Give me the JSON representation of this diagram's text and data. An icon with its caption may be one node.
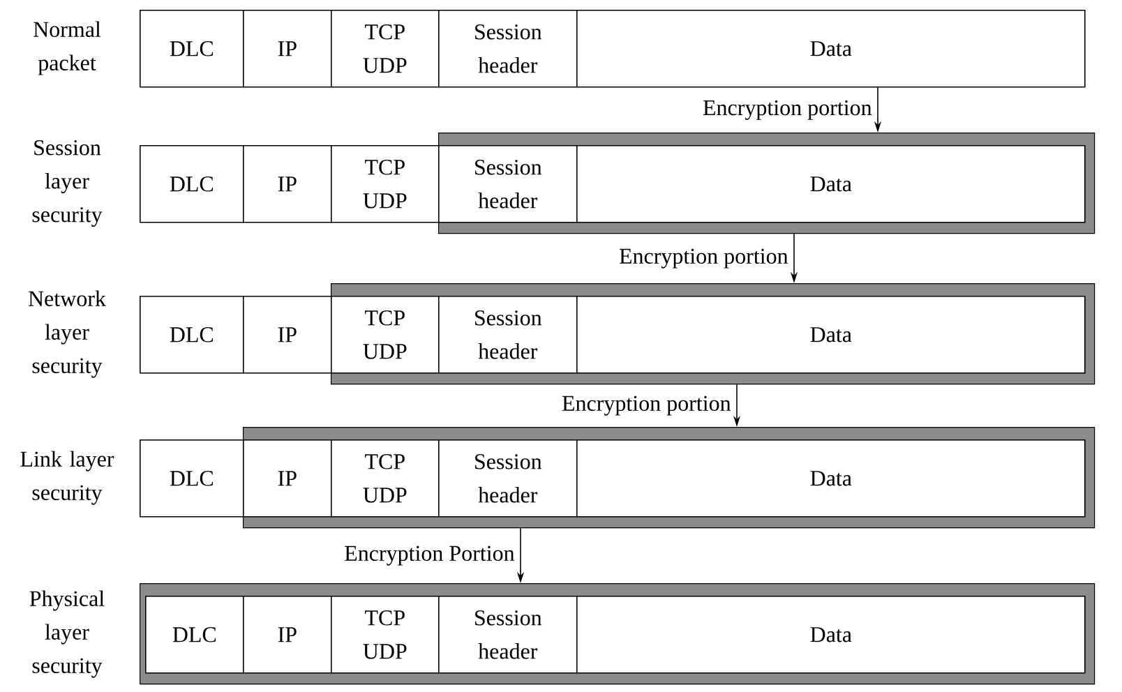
{
  "diagram": {
    "nodes": [
      {
        "text": [
          "DLC"
        ]
      },
      {
        "text": [
          "IP"
        ]
      },
      {
        "text": [
          "TCP UDP"
        ]
      },
      {
        "text": [
          "Session header"
        ]
      },
      {
        "text": [
          "Data"
        ]
      },
      {
        "text": [],
        "shape": "band"
      },
      {
        "text": [
          "DLC"
        ]
      },
      {
        "text": [
          "IP"
        ]
      },
      {
        "text": [
          "TCP UDP"
        ]
      },
      {
        "text": [
          "Session header"
        ],
        "in": 5
      },
      {
        "text": [
          "Data"
        ],
        "in": 5
      },
      {
        "text": [],
        "shape": "band"
      },
      {
        "text": [
          "DLC"
        ]
      },
      {
        "text": [
          "IP"
        ]
      },
      {
        "text": [
          "TCP UDP"
        ],
        "in": 11
      },
      {
        "text": [
          "Session header"
        ],
        "in": 11
      },
      {
        "text": [
          "Data"
        ],
        "in": 11
      },
      {
        "text": [],
        "shape": "band"
      },
      {
        "text": [
          "DLC"
        ]
      },
      {
        "text": [
          "IP"
        ],
        "in": 17
      },
      {
        "text": [
          "TCP UDP"
        ],
        "in": 17
      },
      {
        "text": [
          "Session header"
        ],
        "in": 17
      },
      {
        "text": [
          "Data"
        ],
        "in": 17
      },
      {
        "text": [],
        "shape": "band"
      },
      {
        "text": [
          "DLC"
        ],
        "in": 23
      },
      {
        "text": [
          "IP"
        ],
        "in": 23
      },
      {
        "text": [
          "TCP UDP"
        ],
        "in": 23
      },
      {
        "text": [
          "Session header"
        ],
        "in": 23
      },
      {
        "text": [
          "Data"
        ],
        "in": 23
      }
    ],
    "edges": [
      {
        "from": 4,
        "to": 5,
        "arrow": "to",
        "label": "Encryption portion"
      },
      {
        "from": 5,
        "to": 11,
        "arrow": "to",
        "label": "Encryption portion"
      },
      {
        "from": 11,
        "to": 17,
        "arrow": "to",
        "label": "Encryption portion"
      },
      {
        "from": 17,
        "to": 23,
        "arrow": "to",
        "label": "Encryption Portion"
      }
    ],
    "labels": [
      "Normal packet",
      "Session layer security",
      "Network layer security",
      "Link layer security",
      "Physical layer security"
    ]
  }
}
